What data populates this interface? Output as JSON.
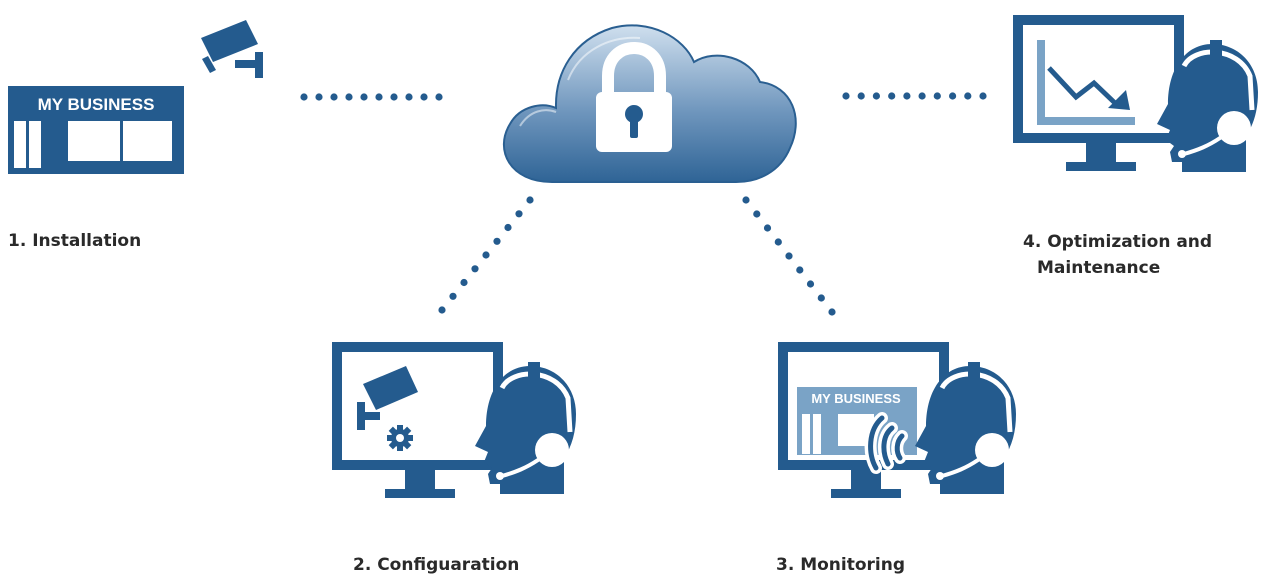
{
  "colors": {
    "primary": "#245b8e",
    "cloud_light": "#cfdfee",
    "cloud_dark": "#2f6496",
    "chart_light": "#7aa3c6",
    "text": "#2a2a2a"
  },
  "steps": [
    {
      "title": "1. Installation",
      "title_line2": ""
    },
    {
      "title": "2. Configuaration",
      "title_line2": ""
    },
    {
      "title": "3. Monitoring",
      "title_line2": ""
    },
    {
      "title": "4. Optimization and",
      "title_line2": "Maintenance"
    }
  ],
  "icons": {
    "cloud": "cloud-icon",
    "lock": "padlock-icon",
    "storefront": "storefront-icon",
    "camera": "security-camera-icon",
    "monitor": "monitor-icon",
    "operator": "operator-headset-icon",
    "gear": "gear-icon",
    "sound": "sound-waves-icon",
    "chart": "declining-chart-icon"
  },
  "signs": {
    "storefront": "MY BUSINESS",
    "monitoring_screen": "MY BUSINESS"
  },
  "connectors": {
    "installation_to_cloud": 10,
    "cloud_to_maintenance": 10,
    "cloud_to_configuration": 9,
    "cloud_to_monitoring": 9
  }
}
